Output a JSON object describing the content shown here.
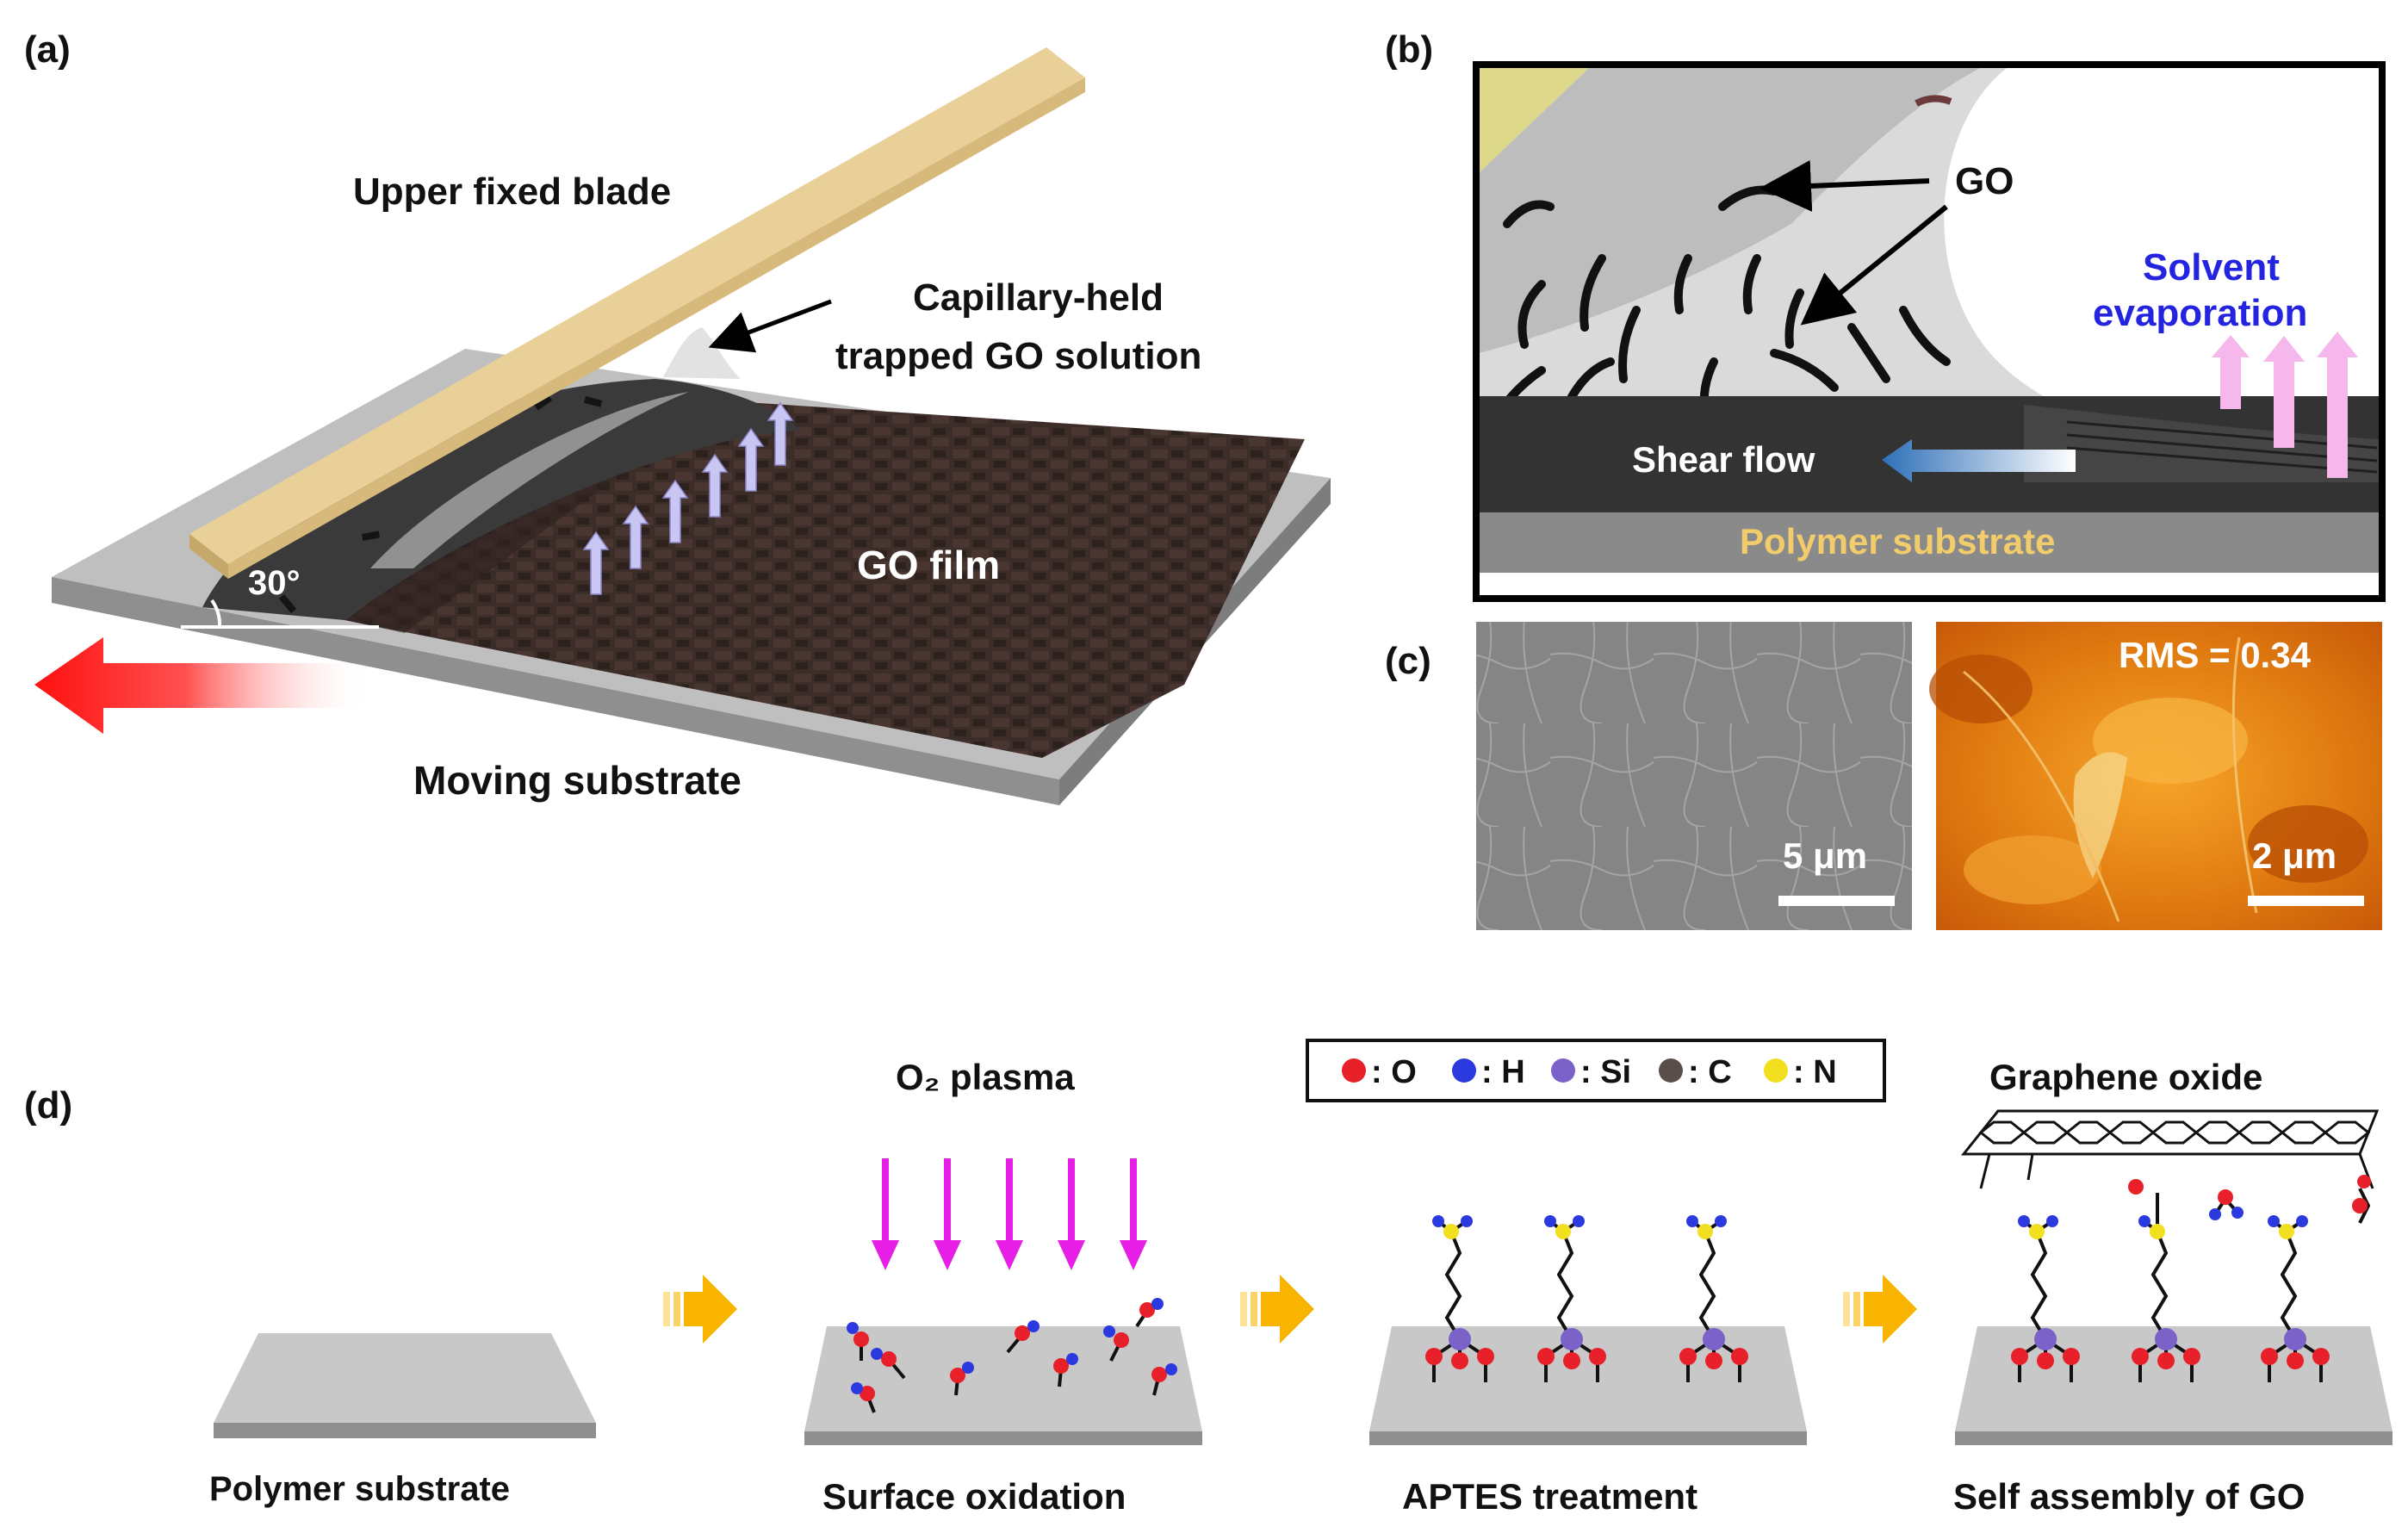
{
  "panels": {
    "a": {
      "label": "(a)",
      "blade": "Upper fixed blade",
      "capillary_line1": "Capillary-held",
      "capillary_line2": "trapped GO solution",
      "film": "GO film",
      "angle": "30°",
      "moving": "Moving substrate"
    },
    "b": {
      "label": "(b)",
      "go": "GO",
      "solvent_line1": "Solvent",
      "solvent_line2": "evaporation",
      "shear": "Shear flow",
      "substrate": "Polymer substrate"
    },
    "c": {
      "label": "(c)",
      "sem_scale": "5 μm",
      "afm_rms": "RMS = 0.34",
      "afm_scale": "2 μm"
    },
    "d": {
      "label": "(d)",
      "plasma": "O₂ plasma",
      "legend": [
        {
          "symbol": "O",
          "color": "#e8202a"
        },
        {
          "symbol": "H",
          "color": "#2a3adf"
        },
        {
          "symbol": "Si",
          "color": "#7a62c8"
        },
        {
          "symbol": "C",
          "color": "#5a4e4a"
        },
        {
          "symbol": "N",
          "color": "#f2e020"
        }
      ],
      "graphene": "Graphene oxide",
      "steps": [
        "Polymer substrate",
        "Surface oxidation",
        "APTES treatment",
        "Self assembly of GO"
      ]
    }
  },
  "colors": {
    "blade": "#e9cf98",
    "film": "#3b2b28",
    "red_arrow": "#ff2020",
    "purple_arrow": "#c9c6f4",
    "pink_arrow": "#f6b8ec",
    "blue_label": "#2424e0",
    "yellow_label": "#f2cc6a",
    "magenta": "#e61ee6",
    "step_arrow": "#f8b400",
    "afm": "#e07a10"
  }
}
